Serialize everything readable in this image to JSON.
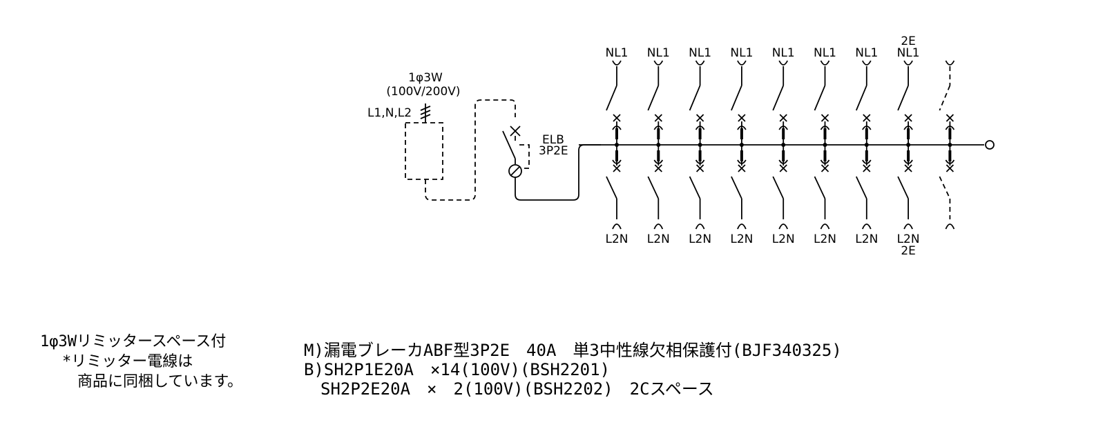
{
  "supply": {
    "system": "1φ3W",
    "voltage": "(100V/200V)",
    "conductors": "L1,N,L2"
  },
  "main_breaker": {
    "type": "ELB",
    "poles": "3P2E"
  },
  "branches": [
    {
      "top": "NL1",
      "bottom": "L2N",
      "spare": false
    },
    {
      "top": "NL1",
      "bottom": "L2N",
      "spare": false
    },
    {
      "top": "NL1",
      "bottom": "L2N",
      "spare": false
    },
    {
      "top": "NL1",
      "bottom": "L2N",
      "spare": false
    },
    {
      "top": "NL1",
      "bottom": "L2N",
      "spare": false
    },
    {
      "top": "NL1",
      "bottom": "L2N",
      "spare": false
    },
    {
      "top": "NL1",
      "bottom": "L2N",
      "spare": false
    },
    {
      "top_extra": "2E",
      "top": "NL1",
      "bottom": "L2N",
      "bottom_extra": "2E",
      "spare": false
    },
    {
      "top": "",
      "bottom": "",
      "spare": true
    }
  ],
  "notes": {
    "line1": "1φ3Wリミッタースペース付",
    "line2": "*リミッター電線は",
    "line3": "商品に同梱しています。"
  },
  "specs": {
    "line1": "M)漏電ブレーカABF型3P2E　40A　単3中性線欠相保護付(BJF340325)",
    "line2": "B)SH2P1E20A　×14(100V)(BSH2201)",
    "line3": "　SH2P2E20A　×　2(100V)(BSH2202)　2Cスペース"
  }
}
